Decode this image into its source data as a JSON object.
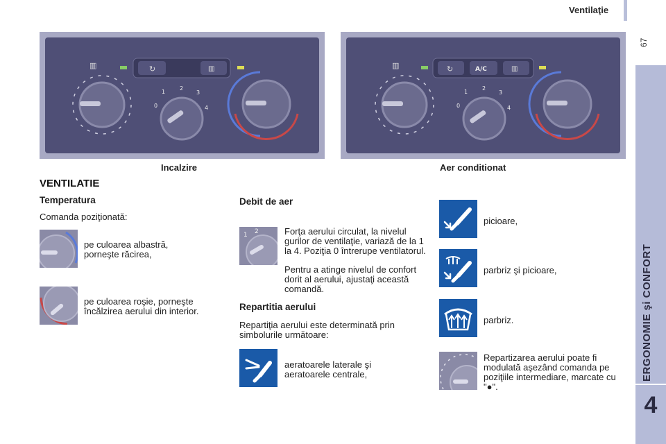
{
  "header": {
    "title": "Ventilaţie",
    "page_number": "67"
  },
  "side_tab": {
    "text": "ERGONOMIE şi CONFORT",
    "chapter": "4"
  },
  "panels": {
    "left_caption": "Incalzire",
    "right_caption": "Aer conditionat",
    "ac_label": "A/C",
    "dial_numbers": [
      "0",
      "1",
      "2",
      "3",
      "4"
    ]
  },
  "section": {
    "title": "VENTILATIE"
  },
  "temperatura": {
    "title": "Temperatura",
    "intro": "Comanda poziţionată:",
    "blue_text": "pe culoarea albastră, porneşte răcirea,",
    "red_text": "pe culoarea roşie, porneşte încălzirea aerului din interior."
  },
  "debit": {
    "title": "Debit de aer",
    "text1": "Forţa aerului circulat, la nivelul gurilor de ventilaţie, variază de la 1 la 4. Poziţia 0 întrerupe ventilatorul.",
    "text2": "Pentru a atinge nivelul de confort dorit al aerului, ajustaţi această comandă."
  },
  "repartitia": {
    "title": "Repartitia aerului",
    "intro": "Repartiţia aerului este determinată prin simbolurile următoare:",
    "vents_text": "aeratoarele laterale şi aeratoarele centrale,"
  },
  "distribution": {
    "feet": "picioare,",
    "windscreen_feet": "parbriz şi picioare,",
    "windscreen": "parbriz.",
    "intermediate": "Repartizarea aerului poate fi modulată aşezând comanda pe poziţiile intermediare, marcate cu \"●\"."
  },
  "colors": {
    "icon_blue": "#1a5aa8",
    "panel_bg": "#4f4f76",
    "side_tab": "#b5bbd8"
  }
}
